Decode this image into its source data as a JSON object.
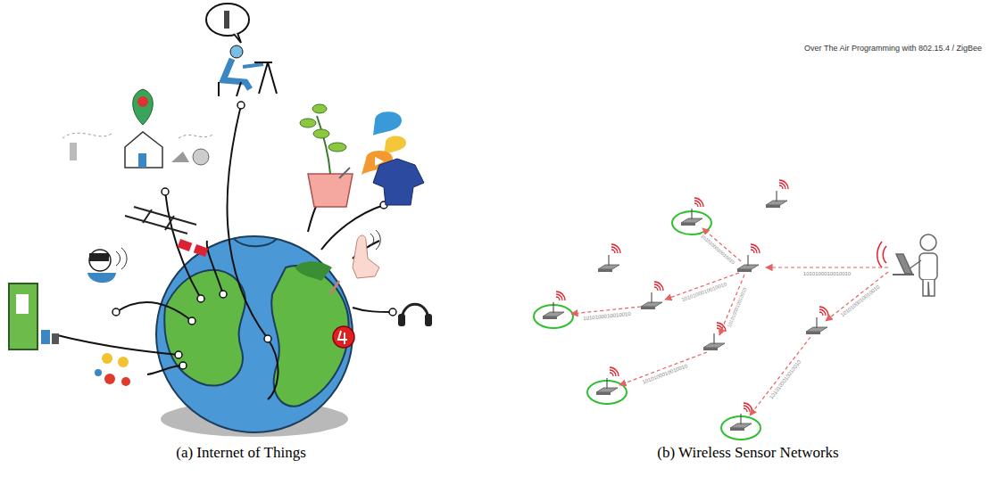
{
  "diagram": {
    "labels": [
      "Over The Air Programming with 802.15.4 / ZigBee",
      "1010100010010010",
      "1010100010010010",
      "1010100010010010",
      "1010100010010010",
      "1010100010010010",
      "1010100010010010",
      "1010100010010010",
      "1010100010010010",
      "(a) Internet of Things",
      "(b) Wireless Sensor Networks"
    ]
  }
}
